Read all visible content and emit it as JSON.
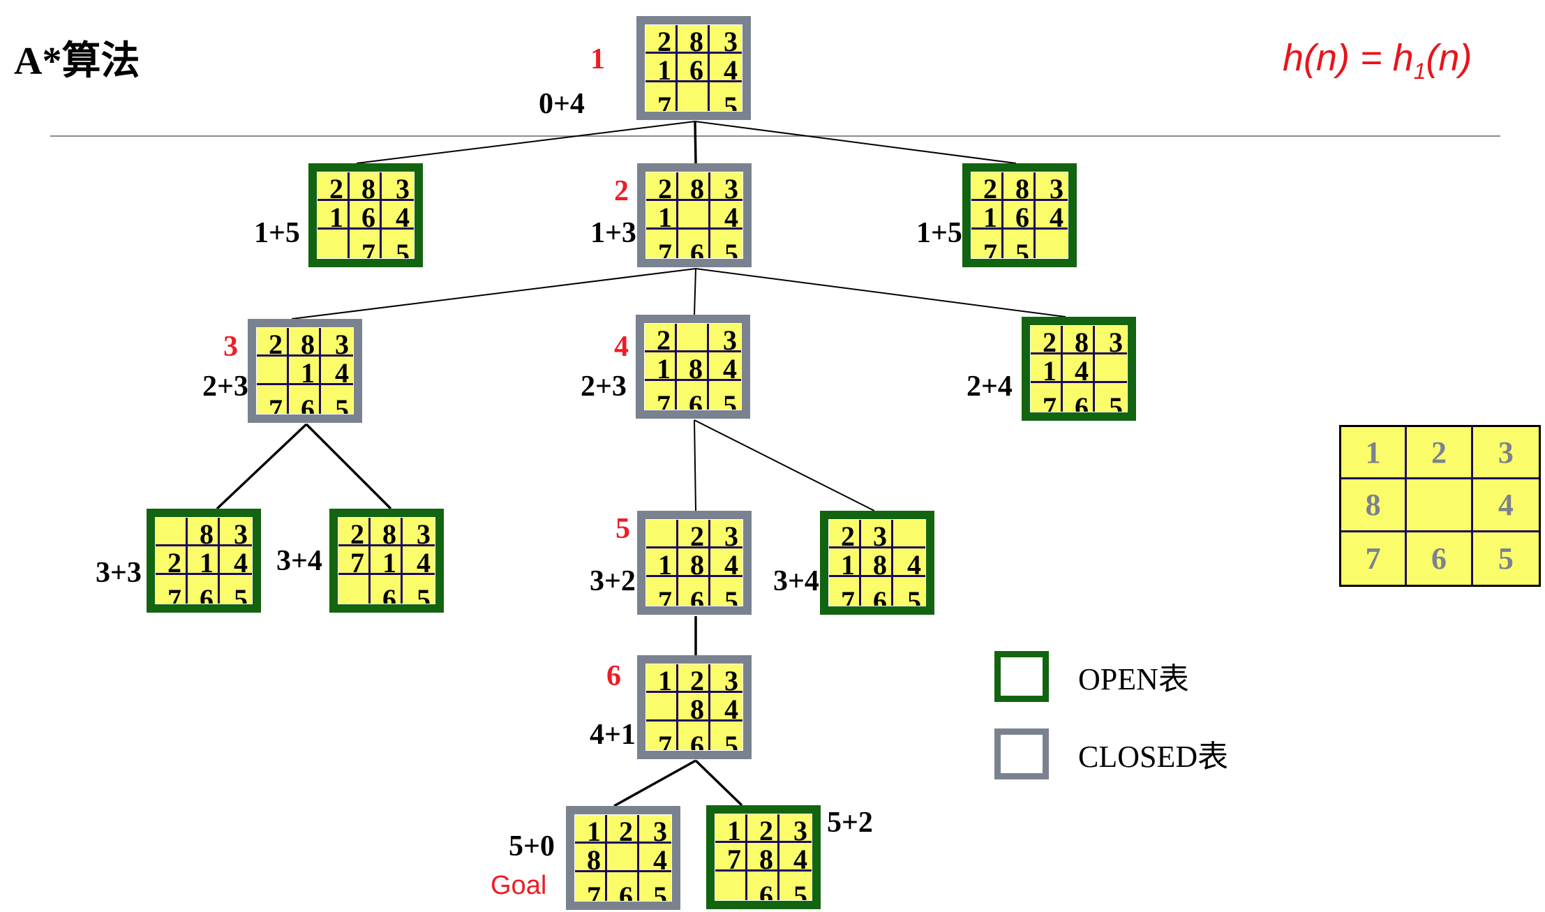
{
  "title": "A*算法",
  "heuristic": {
    "prefix": "h(n) = h",
    "subscript": "1",
    "suffix": "(n)"
  },
  "colors": {
    "open": "#136410",
    "closed": "#7a8290",
    "tile": "#fbfc6a",
    "order_label": "#ee1c24"
  },
  "nodes": [
    {
      "id": "n0",
      "order": "1",
      "fg": "0+4",
      "status": "closed",
      "board": [
        [
          "2",
          "8",
          "3"
        ],
        [
          "1",
          "6",
          "4"
        ],
        [
          "7",
          "",
          "5"
        ]
      ]
    },
    {
      "id": "n1a",
      "order": "",
      "fg": "1+5",
      "status": "open",
      "board": [
        [
          "2",
          "8",
          "3"
        ],
        [
          "1",
          "6",
          "4"
        ],
        [
          "",
          "7",
          "5"
        ]
      ]
    },
    {
      "id": "n1b",
      "order": "2",
      "fg": "1+3",
      "status": "closed",
      "board": [
        [
          "2",
          "8",
          "3"
        ],
        [
          "1",
          "",
          "4"
        ],
        [
          "7",
          "6",
          "5"
        ]
      ]
    },
    {
      "id": "n1c",
      "order": "",
      "fg": "1+5",
      "status": "open",
      "board": [
        [
          "2",
          "8",
          "3"
        ],
        [
          "1",
          "6",
          "4"
        ],
        [
          "7",
          "5",
          ""
        ]
      ]
    },
    {
      "id": "n2a",
      "order": "3",
      "fg": "2+3",
      "status": "closed",
      "board": [
        [
          "2",
          "8",
          "3"
        ],
        [
          "",
          "1",
          "4"
        ],
        [
          "7",
          "6",
          "5"
        ]
      ]
    },
    {
      "id": "n2b",
      "order": "4",
      "fg": "2+3",
      "status": "closed",
      "board": [
        [
          "2",
          "",
          "3"
        ],
        [
          "1",
          "8",
          "4"
        ],
        [
          "7",
          "6",
          "5"
        ]
      ]
    },
    {
      "id": "n2c",
      "order": "",
      "fg": "2+4",
      "status": "open",
      "board": [
        [
          "2",
          "8",
          "3"
        ],
        [
          "1",
          "4",
          ""
        ],
        [
          "7",
          "6",
          "5"
        ]
      ]
    },
    {
      "id": "n3a",
      "order": "",
      "fg": "3+3",
      "status": "open",
      "board": [
        [
          "",
          "8",
          "3"
        ],
        [
          "2",
          "1",
          "4"
        ],
        [
          "7",
          "6",
          "5"
        ]
      ]
    },
    {
      "id": "n3b",
      "order": "",
      "fg": "3+4",
      "status": "open",
      "board": [
        [
          "2",
          "8",
          "3"
        ],
        [
          "7",
          "1",
          "4"
        ],
        [
          "",
          "6",
          "5"
        ]
      ]
    },
    {
      "id": "n3c",
      "order": "5",
      "fg": "3+2",
      "status": "closed",
      "board": [
        [
          "",
          "2",
          "3"
        ],
        [
          "1",
          "8",
          "4"
        ],
        [
          "7",
          "6",
          "5"
        ]
      ]
    },
    {
      "id": "n3d",
      "order": "",
      "fg": "3+4",
      "status": "open",
      "board": [
        [
          "2",
          "3",
          ""
        ],
        [
          "1",
          "8",
          "4"
        ],
        [
          "7",
          "6",
          "5"
        ]
      ]
    },
    {
      "id": "n4",
      "order": "6",
      "fg": "4+1",
      "status": "closed",
      "board": [
        [
          "1",
          "2",
          "3"
        ],
        [
          "",
          "8",
          "4"
        ],
        [
          "7",
          "6",
          "5"
        ]
      ]
    },
    {
      "id": "n5a",
      "order": "",
      "fg": "5+0",
      "status": "closed",
      "board": [
        [
          "1",
          "2",
          "3"
        ],
        [
          "8",
          "",
          "4"
        ],
        [
          "7",
          "6",
          "5"
        ]
      ],
      "note": "Goal"
    },
    {
      "id": "n5b",
      "order": "",
      "fg": "5+2",
      "status": "open",
      "board": [
        [
          "1",
          "2",
          "3"
        ],
        [
          "7",
          "8",
          "4"
        ],
        [
          "",
          "6",
          "5"
        ]
      ]
    }
  ],
  "edges": [
    [
      "n0",
      "n1a"
    ],
    [
      "n0",
      "n1b"
    ],
    [
      "n0",
      "n1c"
    ],
    [
      "n1b",
      "n2a"
    ],
    [
      "n1b",
      "n2b"
    ],
    [
      "n1b",
      "n2c"
    ],
    [
      "n2a",
      "n3a"
    ],
    [
      "n2a",
      "n3b"
    ],
    [
      "n2b",
      "n3c"
    ],
    [
      "n2b",
      "n3d"
    ],
    [
      "n3c",
      "n4"
    ],
    [
      "n4",
      "n5a"
    ],
    [
      "n4",
      "n5b"
    ]
  ],
  "legend": [
    {
      "status": "open",
      "label": "OPEN表"
    },
    {
      "status": "closed",
      "label": "CLOSED表"
    }
  ],
  "goal_state": [
    [
      "1",
      "2",
      "3"
    ],
    [
      "8",
      "",
      "4"
    ],
    [
      "7",
      "6",
      "5"
    ]
  ]
}
